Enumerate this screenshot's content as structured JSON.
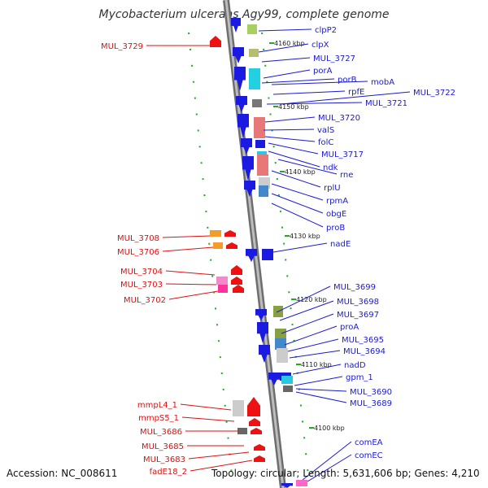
{
  "title": "Mycobacterium ulcerans Agy99, complete genome",
  "footer": {
    "accession": "Accession: NC_008611",
    "topology": "Topology: circular; Length: 5,631,606 bp; Genes: 4,210"
  },
  "colors": {
    "right_label": "#1a1ad0",
    "left_label": "#dd1111",
    "backbone": "#8c8c8c",
    "tick": "#22aa22"
  },
  "scale_ticks": [
    "4160 kbp",
    "4150 kbp",
    "4140 kbp",
    "4130 kbp",
    "4120 kbp",
    "4110 kbp",
    "4100 kbp"
  ],
  "right_genes": [
    "clpP2",
    "clpX",
    "MUL_3727",
    "porA",
    "porB",
    "mobA",
    "rpfE",
    "MUL_3722",
    "MUL_3721",
    "MUL_3720",
    "valS",
    "folC",
    "MUL_3717",
    "ndk",
    "rne",
    "rplU",
    "rpmA",
    "obgE",
    "proB",
    "nadE",
    "MUL_3699",
    "MUL_3698",
    "MUL_3697",
    "proA",
    "MUL_3695",
    "MUL_3694",
    "nadD",
    "gpm_1",
    "MUL_3690",
    "MUL_3689",
    "comEA",
    "comEC"
  ],
  "left_genes": [
    "MUL_3729",
    "MUL_3708",
    "MUL_3706",
    "MUL_3704",
    "MUL_3703",
    "MUL_3702",
    "mmpL4_1",
    "mmpS5_1",
    "MUL_3686",
    "MUL_3685",
    "MUL_3683",
    "fadE18_2"
  ]
}
